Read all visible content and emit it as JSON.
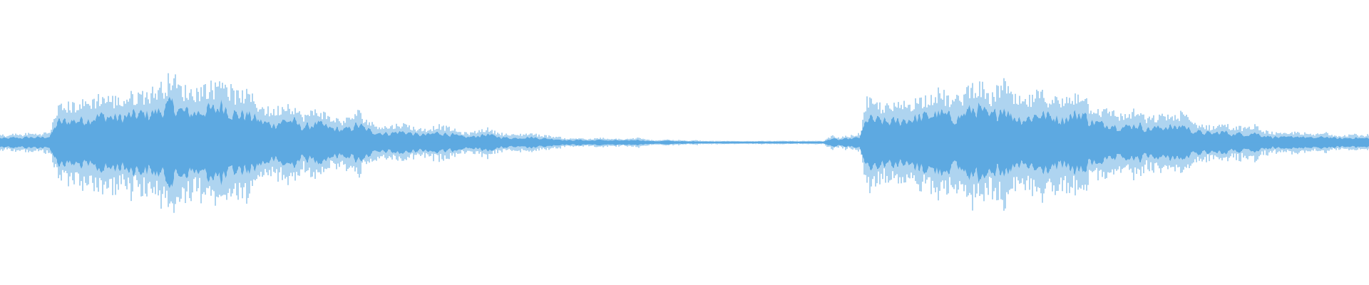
{
  "waveform": {
    "color": "#5DA9E1",
    "background": "#ffffff",
    "envelope": [
      0.1,
      0.09,
      0.11,
      0.1,
      0.12,
      0.11,
      0.12,
      0.13,
      0.45,
      0.47,
      0.49,
      0.5,
      0.52,
      0.55,
      0.6,
      0.58,
      0.56,
      0.55,
      0.6,
      0.62,
      0.64,
      0.65,
      0.7,
      0.75,
      0.88,
      0.72,
      0.68,
      0.66,
      0.7,
      0.74,
      0.72,
      0.88,
      0.7,
      0.62,
      0.64,
      0.6,
      0.5,
      0.44,
      0.4,
      0.45,
      0.5,
      0.47,
      0.35,
      0.36,
      0.42,
      0.39,
      0.32,
      0.3,
      0.28,
      0.33,
      0.4,
      0.3,
      0.24,
      0.22,
      0.2,
      0.22,
      0.24,
      0.22,
      0.18,
      0.17,
      0.18,
      0.22,
      0.2,
      0.18,
      0.14,
      0.12,
      0.13,
      0.16,
      0.18,
      0.14,
      0.12,
      0.1,
      0.1,
      0.11,
      0.12,
      0.1,
      0.09,
      0.08,
      0.07,
      0.05,
      0.05,
      0.06,
      0.04,
      0.05,
      0.06,
      0.04,
      0.05,
      0.04,
      0.05,
      0.06,
      0.04,
      0.03,
      0.03,
      0.04,
      0.03,
      0.03,
      0.02,
      0.03,
      0.02,
      0.02,
      0.02,
      0.02,
      0.02,
      0.02,
      0.02,
      0.02,
      0.02,
      0.02,
      0.02,
      0.02,
      0.02,
      0.02,
      0.02,
      0.02,
      0.02,
      0.02,
      0.09,
      0.06,
      0.08,
      0.09,
      0.12,
      0.55,
      0.5,
      0.48,
      0.46,
      0.47,
      0.5,
      0.52,
      0.55,
      0.58,
      0.62,
      0.65,
      0.6,
      0.54,
      0.58,
      0.7,
      0.76,
      0.72,
      0.56,
      0.66,
      0.82,
      0.6,
      0.55,
      0.52,
      0.58,
      0.64,
      0.6,
      0.58,
      0.52,
      0.56,
      0.62,
      0.66,
      0.48,
      0.44,
      0.4,
      0.42,
      0.36,
      0.34,
      0.4,
      0.38,
      0.3,
      0.32,
      0.34,
      0.36,
      0.32,
      0.4,
      0.28,
      0.24,
      0.22,
      0.2,
      0.22,
      0.24,
      0.18,
      0.2,
      0.18,
      0.22,
      0.16,
      0.14,
      0.12,
      0.11,
      0.12,
      0.14,
      0.12,
      0.1,
      0.11,
      0.13,
      0.1,
      0.09,
      0.1,
      0.11,
      0.09,
      0.1
    ]
  }
}
